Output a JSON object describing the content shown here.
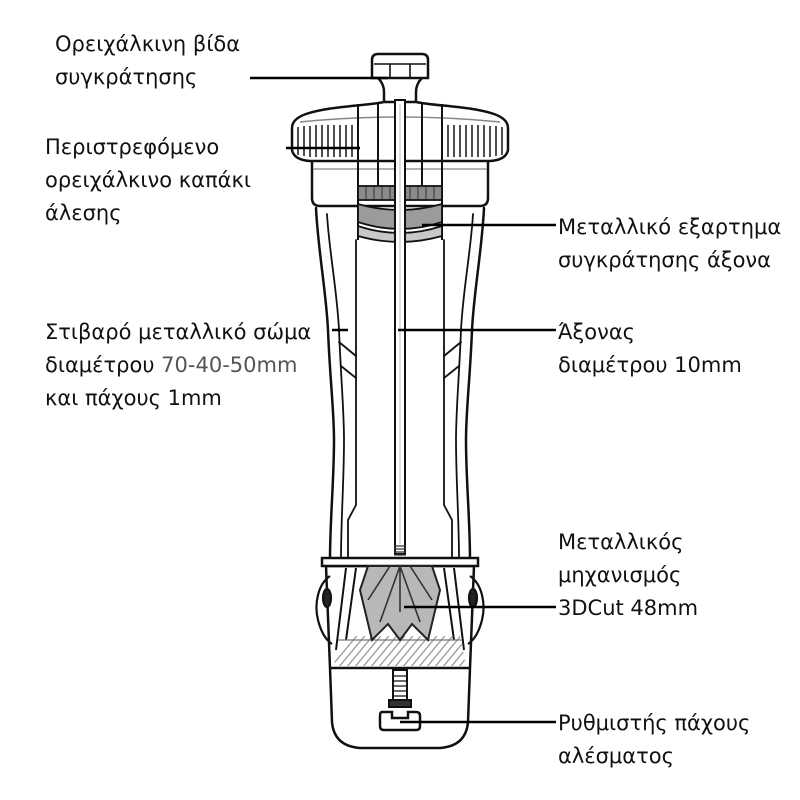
{
  "diagram": {
    "labels": {
      "retaining_screw": {
        "line1": "Ορειχάλκινη βίδα",
        "line2": "συγκράτησης"
      },
      "grinding_cap": {
        "line1": "Περιστρεφόμενο",
        "line2": "ορειχάλκινο καπάκι",
        "line3": "άλεσης"
      },
      "shaft_holder": {
        "line1": "Μεταλλικό εξαρτημα",
        "line2": "συγκράτησης άξονα"
      },
      "body": {
        "line1": "Στιβαρό μεταλλικό σώμα",
        "line2_prefix": "διαμέτρου",
        "line2_dims": "70-40-50mm",
        "line3": "και πάχους 1mm"
      },
      "shaft": {
        "line1": "Άξονας",
        "line2": "διαμέτρου 10mm"
      },
      "mechanism": {
        "line1": "Μεταλλικός",
        "line2": "μηχανισμός",
        "line3": "3DCut 48mm"
      },
      "adjuster": {
        "line1": "Ρυθμιστής πάχους",
        "line2": "αλέσματος"
      }
    },
    "colors": {
      "text": "#111111",
      "dims_text": "#555555",
      "leader_lines": "#000000"
    }
  }
}
